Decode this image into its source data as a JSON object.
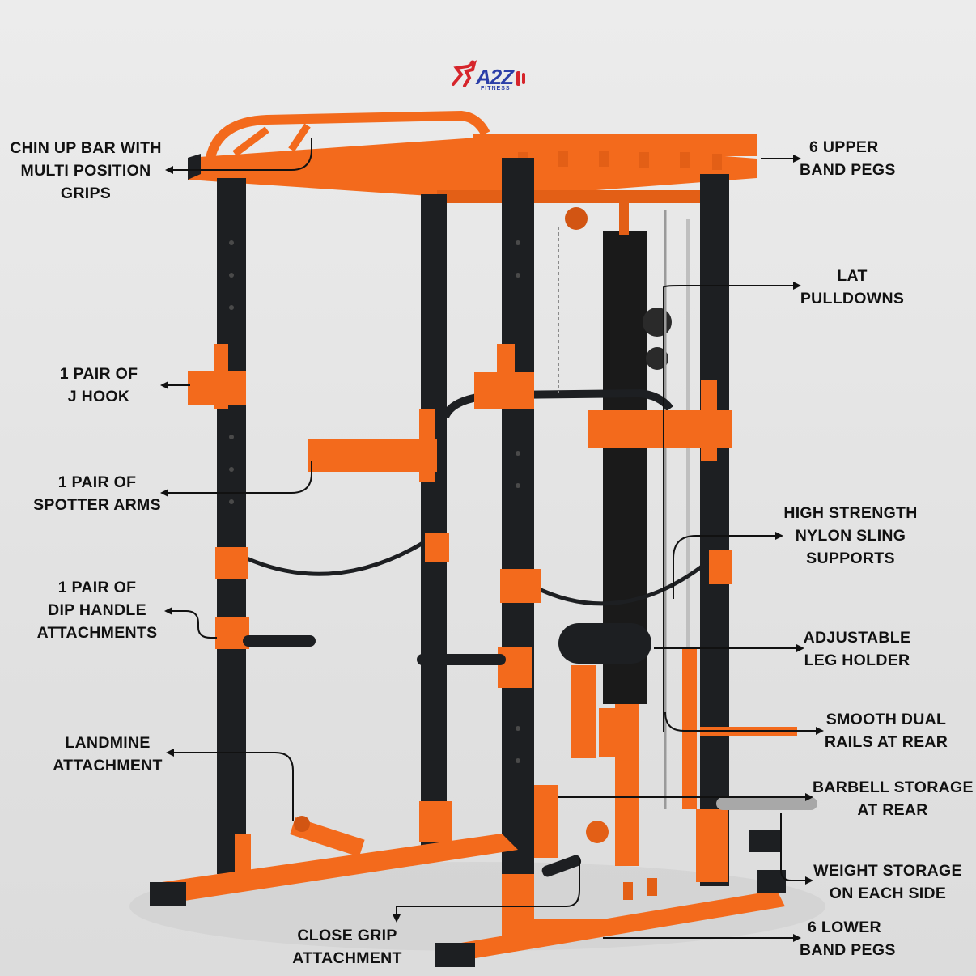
{
  "logo": {
    "word": "A2Z",
    "sub": "FITNESS"
  },
  "labels": {
    "chin_up": [
      "CHIN UP BAR WITH",
      "MULTI POSITION",
      "GRIPS"
    ],
    "j_hook": [
      "1 PAIR OF",
      "J HOOK"
    ],
    "spotter": [
      "1 PAIR OF",
      "SPOTTER ARMS"
    ],
    "dip": [
      "1 PAIR OF",
      "DIP HANDLE",
      "ATTACHMENTS"
    ],
    "landmine": [
      "LANDMINE",
      "ATTACHMENT"
    ],
    "close_grip": [
      "CLOSE GRIP",
      "ATTACHMENT"
    ],
    "upper_pegs": [
      "6 UPPER",
      "BAND PEGS"
    ],
    "lat": [
      "LAT",
      "PULLDOWNS"
    ],
    "nylon": [
      "HIGH STRENGTH",
      "NYLON SLING",
      "SUPPORTS"
    ],
    "leg": [
      "ADJUSTABLE",
      "LEG HOLDER"
    ],
    "rails": [
      "SMOOTH DUAL",
      "RAILS AT REAR"
    ],
    "barbell": [
      "BARBELL STORAGE",
      "AT REAR"
    ],
    "weight": [
      "WEIGHT STORAGE",
      "ON EACH SIDE"
    ],
    "lower_pegs": [
      "6 LOWER",
      "BAND PEGS"
    ]
  },
  "colors": {
    "frame_orange": "#f36a1c",
    "upright_black": "#1d1f22",
    "label_text": "#111111",
    "logo_blue": "#2b3ea8",
    "logo_red": "#d6252b"
  }
}
